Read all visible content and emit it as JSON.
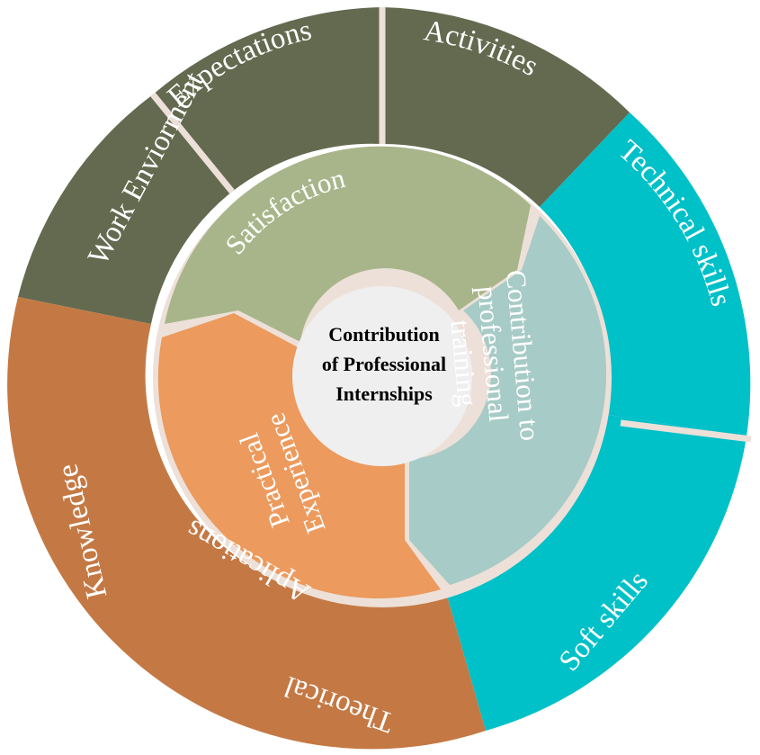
{
  "center": {
    "lines": [
      "Contribution",
      "of Professional",
      "Internships"
    ]
  },
  "inner_ring": [
    {
      "label": "Satisfaction",
      "color": "#a8b58a"
    },
    {
      "label": "Contribution to professional training",
      "color": "#a7cbc6"
    },
    {
      "label": "Practical Experience",
      "color": "#ec9a5d"
    }
  ],
  "outer_ring": [
    {
      "label": "Expectations",
      "group": "Satisfaction",
      "color": "#636a4f"
    },
    {
      "label": "Activities",
      "group": "Satisfaction",
      "color": "#636a4f"
    },
    {
      "label": "Work Enviorment",
      "group": "Satisfaction",
      "color": "#636a4f"
    },
    {
      "label": "Technical skills",
      "group": "Contribution to professional training",
      "color": "#00c0c8"
    },
    {
      "label": "Soft skills",
      "group": "Contribution to professional training",
      "color": "#00c0c8"
    },
    {
      "label": "Theorical Knowledge",
      "group": "Practical Experience",
      "color": "#c47944"
    },
    {
      "label": "Aplications",
      "group": "Practical Experience",
      "color": "#c47944"
    }
  ],
  "colors": {
    "background": "#ffffff",
    "center_circle": "#efefef",
    "divider": "#ede0d8",
    "text": "#ffffff"
  }
}
